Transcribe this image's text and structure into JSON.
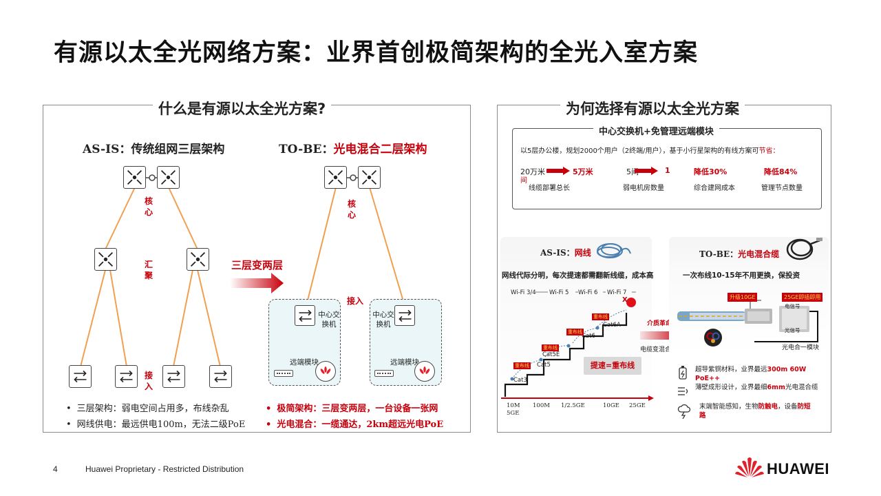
{
  "title": "有源以太全光网络方案：业界首创极简架构的全光入室方案",
  "left": {
    "heading": "什么是有源以太全光方案?",
    "asis_prefix": "AS-IS：",
    "asis_title": "传统组网三层架构",
    "tobe_prefix": "TO-BE：",
    "tobe_title": "光电混合二层架构",
    "layer_core": "核心",
    "layer_agg": "汇聚",
    "layer_access": "接入",
    "layer_core_r": "核心",
    "layer_access_r": "接入",
    "arrow_label": "三层变两层",
    "center_switch": "中心交换机",
    "remote_module": "远端模块",
    "bullets_left": [
      "三层架构：弱电空间占用多，布线杂乱",
      "网线供电：最远供电100m，无法二级PoE"
    ],
    "bullets_right": [
      "极简架构：三层变两层，一台设备一张网",
      "光电混合：一缆通达，2km超远光电PoE"
    ]
  },
  "right": {
    "heading": "为何选择有源以太全光方案",
    "box_title": "中心交换机+免管理远端模块",
    "desc_prefix": "以5层办公楼，规划2000个用户（2终端/用户），基于小行星架构的有线方案可",
    "desc_suffix": "节省：",
    "metrics": [
      {
        "from": "20万米",
        "to": "5万米",
        "from_extra": "间",
        "label": "线缆部署总长"
      },
      {
        "from": "5间",
        "to": "1",
        "label": "弱电机房数量"
      },
      {
        "value": "降低30%",
        "label": "综合建网成本"
      },
      {
        "value": "降低84%",
        "label": "管理节点数量"
      }
    ],
    "asis_prefix": "AS-IS：",
    "asis_word": "网线",
    "asis_desc": "网线代际分明，每次提速都需翻新线缆，成本高",
    "wifi": [
      "Wi-Fi 3/4",
      "Wi-Fi 5",
      "Wi-Fi 6",
      "Wi-Fi 7"
    ],
    "cats": [
      "Cat3",
      "Cat5",
      "Cat5E",
      "Cat6",
      "Cat6A"
    ],
    "rewire": "重布线",
    "speedup": "提速=重布线",
    "x_mark": "X",
    "speeds": [
      "10M",
      "100M",
      "1/2.5GE",
      "10GE",
      "25GE"
    ],
    "speed_5ge": "5GE",
    "tobe_prefix": "TO-BE：",
    "tobe_word": "光电混合缆",
    "tobe_desc": "一次布线10-15年不用更换，保投资",
    "upgrade": "升级10GE",
    "plug": "25GE即插即用",
    "elec_sig": "电信号",
    "opt_sig": "光信号",
    "revolution": "介质革命",
    "cable_label": "电缆变混合缆",
    "combo": "光电合一模块",
    "features": [
      {
        "icon": "battery-icon",
        "a": "超导紫铜材料，业界最远",
        "b": "300m 60W PoE++"
      },
      {
        "icon": "wave-icon",
        "a": "薄壁成形设计，业界最细",
        "b": "6mm",
        "c": "光电混合缆"
      },
      {
        "icon": "cloud-lightning-icon",
        "a": "末端智能感知，生物",
        "b": "防触电",
        "c": "，设备",
        "d": "防短路"
      }
    ]
  },
  "footer": {
    "page": "4",
    "text": "Huawei Proprietary - Restricted Distribution",
    "brand": "HUAWEI"
  },
  "colors": {
    "accent": "#c7000b",
    "orange": "#f0a050",
    "logo": "#e0202a"
  }
}
